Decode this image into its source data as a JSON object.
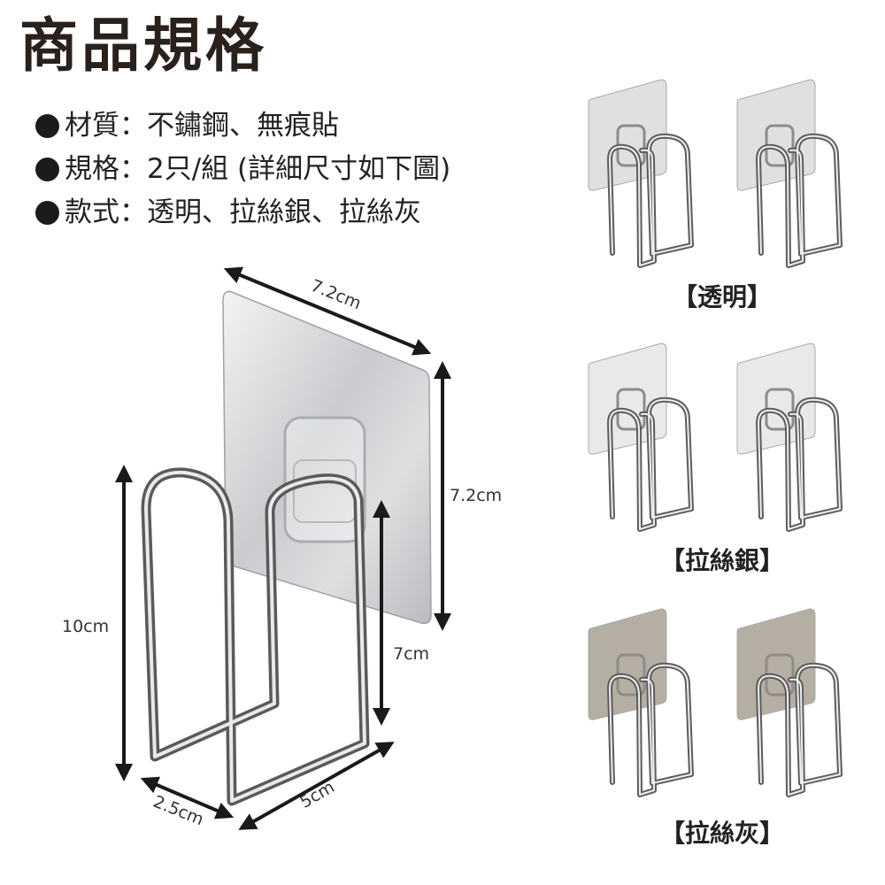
{
  "title": "商品規格",
  "specs": [
    {
      "label": "材質",
      "sep": "：",
      "value": "不鏽鋼、無痕貼"
    },
    {
      "label": "規格",
      "sep": "：",
      "value": "2只/組 (詳細尺寸如下圖)"
    },
    {
      "label": "款式",
      "sep": "：",
      "value": "透明、拉絲銀、拉絲灰"
    }
  ],
  "dimensions": {
    "plate_width": "7.2cm",
    "plate_height": "7.2cm",
    "hook_height": "10cm",
    "inner_height": "7cm",
    "depth": "2.5cm",
    "width": "5cm"
  },
  "variants": [
    {
      "label": "【透明】",
      "plate_color": "#dfe0e2"
    },
    {
      "label": "【拉絲銀】",
      "plate_color": "#e8e9ea"
    },
    {
      "label": "【拉絲灰】",
      "plate_color": "#b5aea2"
    }
  ]
}
